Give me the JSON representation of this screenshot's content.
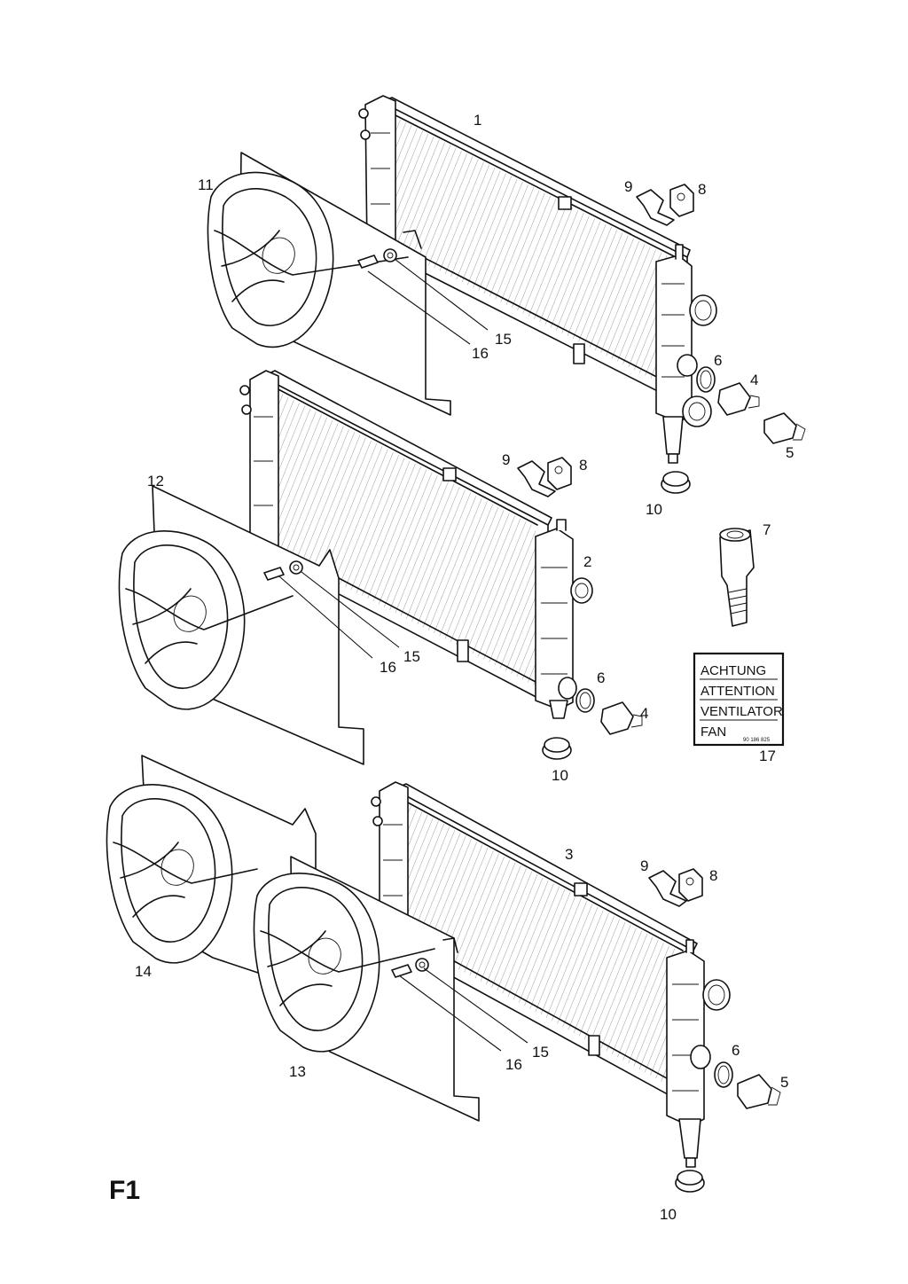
{
  "page_code": "F1",
  "callouts": {
    "c1": "1",
    "c2": "2",
    "c3": "3",
    "c4a": "4",
    "c4b": "4",
    "c5a": "5",
    "c5b": "5",
    "c6a": "6",
    "c6b": "6",
    "c6c": "6",
    "c7": "7",
    "c8a": "8",
    "c8b": "8",
    "c8c": "8",
    "c9a": "9",
    "c9b": "9",
    "c9c": "9",
    "c10a": "10",
    "c10b": "10",
    "c10c": "10",
    "c11": "11",
    "c12": "12",
    "c13": "13",
    "c14": "14",
    "c15a": "15",
    "c15b": "15",
    "c15c": "15",
    "c16a": "16",
    "c16b": "16",
    "c16c": "16",
    "c17": "17"
  },
  "warning_label": {
    "lines": [
      "ACHTUNG",
      "ATTENTION",
      "VENTILATOR",
      "FAN"
    ],
    "part_number": "90 186 825"
  }
}
